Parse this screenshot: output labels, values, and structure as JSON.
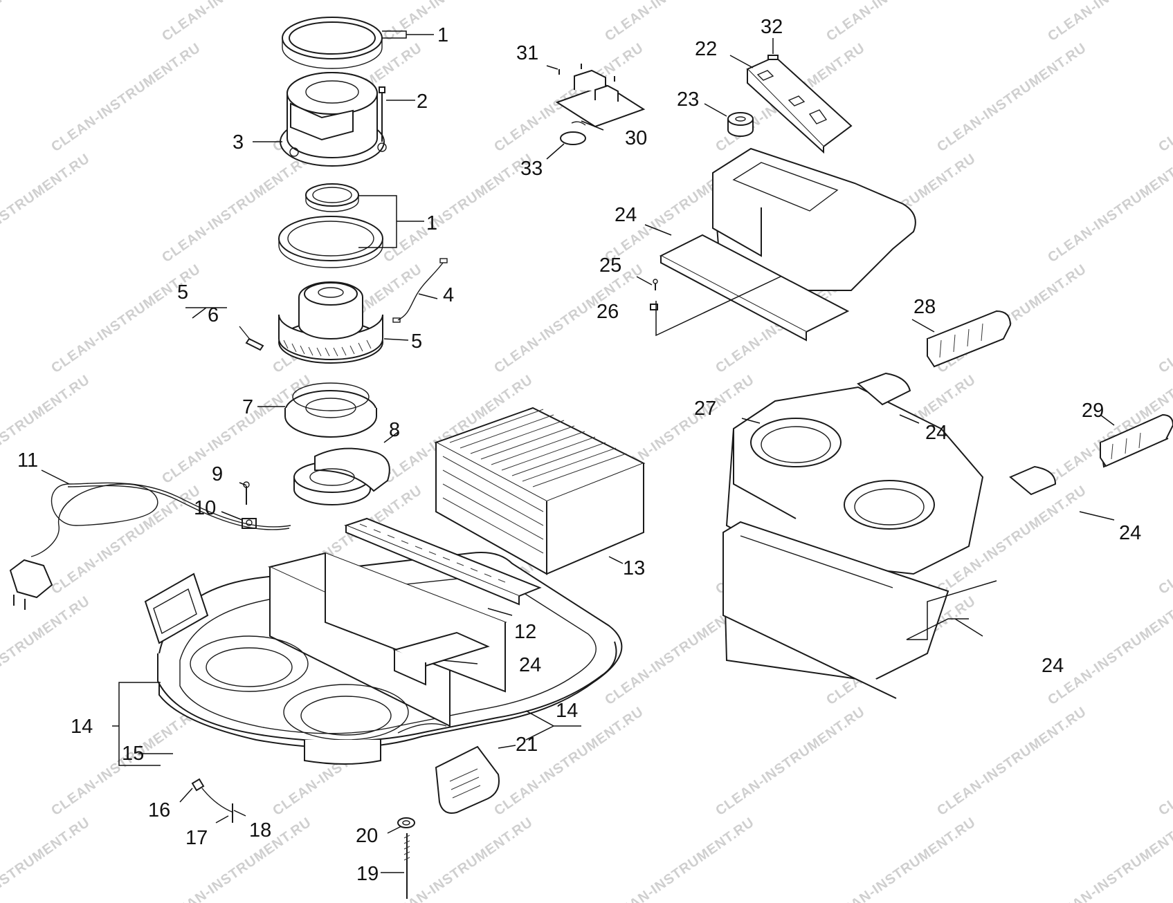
{
  "watermark": {
    "text": "CLEAN-INSTRUMENT.RU"
  },
  "callouts": [
    {
      "id": "c1a",
      "text": "1"
    },
    {
      "id": "c2",
      "text": "2"
    },
    {
      "id": "c3",
      "text": "3"
    },
    {
      "id": "c1b",
      "text": "1"
    },
    {
      "id": "c4",
      "text": "4"
    },
    {
      "id": "c5a",
      "text": "5"
    },
    {
      "id": "c6",
      "text": "6"
    },
    {
      "id": "c5b",
      "text": "5"
    },
    {
      "id": "c7",
      "text": "7"
    },
    {
      "id": "c8",
      "text": "8"
    },
    {
      "id": "c9",
      "text": "9"
    },
    {
      "id": "c10",
      "text": "10"
    },
    {
      "id": "c11",
      "text": "11"
    },
    {
      "id": "c12",
      "text": "12"
    },
    {
      "id": "c13",
      "text": "13"
    },
    {
      "id": "c14a",
      "text": "14"
    },
    {
      "id": "c15",
      "text": "15"
    },
    {
      "id": "c14b",
      "text": "14"
    },
    {
      "id": "c21",
      "text": "21"
    },
    {
      "id": "c16",
      "text": "16"
    },
    {
      "id": "c17",
      "text": "17"
    },
    {
      "id": "c18",
      "text": "18"
    },
    {
      "id": "c20",
      "text": "20"
    },
    {
      "id": "c19",
      "text": "19"
    },
    {
      "id": "c24a",
      "text": "24"
    },
    {
      "id": "c31",
      "text": "31"
    },
    {
      "id": "c30",
      "text": "30"
    },
    {
      "id": "c33",
      "text": "33"
    },
    {
      "id": "c32",
      "text": "32"
    },
    {
      "id": "c22",
      "text": "22"
    },
    {
      "id": "c23",
      "text": "23"
    },
    {
      "id": "c24b",
      "text": "24"
    },
    {
      "id": "c25",
      "text": "25"
    },
    {
      "id": "c26",
      "text": "26"
    },
    {
      "id": "c28",
      "text": "28"
    },
    {
      "id": "c27",
      "text": "27"
    },
    {
      "id": "c24c",
      "text": "24"
    },
    {
      "id": "c29",
      "text": "29"
    },
    {
      "id": "c24d",
      "text": "24"
    },
    {
      "id": "c24e",
      "text": "24"
    }
  ]
}
